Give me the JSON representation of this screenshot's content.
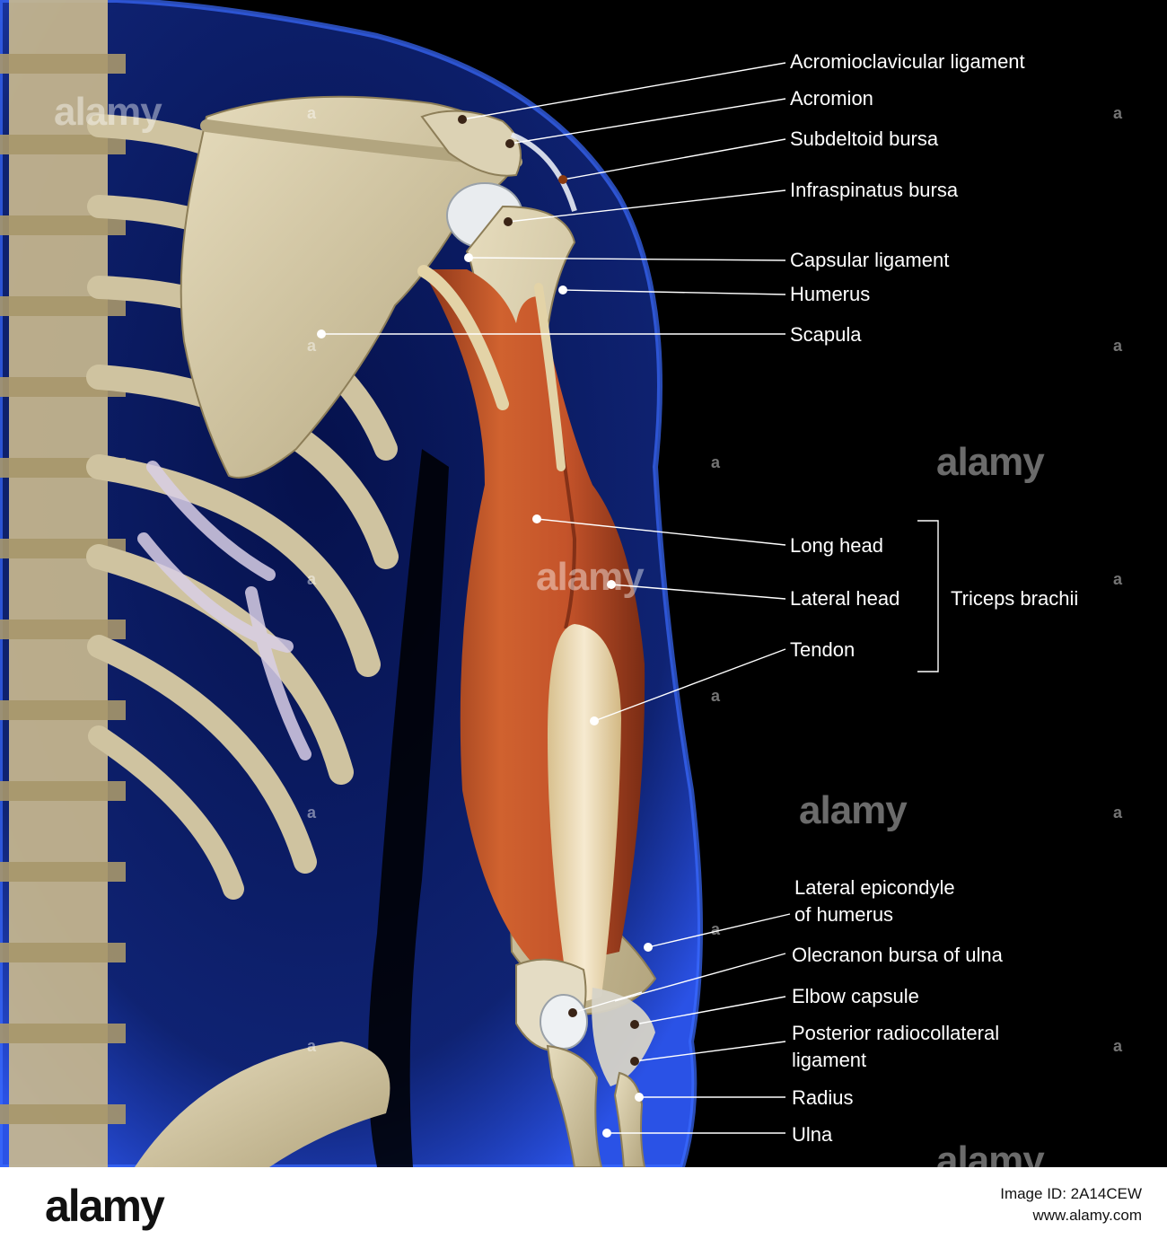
{
  "labels": {
    "acromioclavicular": "Acromioclavicular ligament",
    "acromion": "Acromion",
    "subdeltoid": "Subdeltoid bursa",
    "infraspinatus": "Infraspinatus bursa",
    "capsular": "Capsular ligament",
    "humerus": "Humerus",
    "scapula": "Scapula",
    "long_head": "Long head",
    "lateral_head": "Lateral head",
    "tendon": "Tendon",
    "group_label": "Triceps brachii",
    "lateral_epicondyle_1": "Lateral epicondyle",
    "lateral_epicondyle_2": "of humerus",
    "olecranon": "Olecranon bursa of ulna",
    "elbow_capsule": "Elbow capsule",
    "posterior_1": "Posterior radiocollateral",
    "posterior_2": "ligament",
    "radius": "Radius",
    "ulna": "Ulna"
  },
  "watermark": {
    "word": "alamy",
    "glyph": "a"
  },
  "footer": {
    "logo": "alamy",
    "image_id": "Image ID: 2A14CEW",
    "site": "www.alamy.com"
  },
  "colors": {
    "background": "#000000",
    "body_glow": "#1a4fff",
    "bone": "#d9cfae",
    "muscle": "#c8542c",
    "tendon": "#efe0bb",
    "text": "#ffffff",
    "leader": "#ffffff"
  }
}
